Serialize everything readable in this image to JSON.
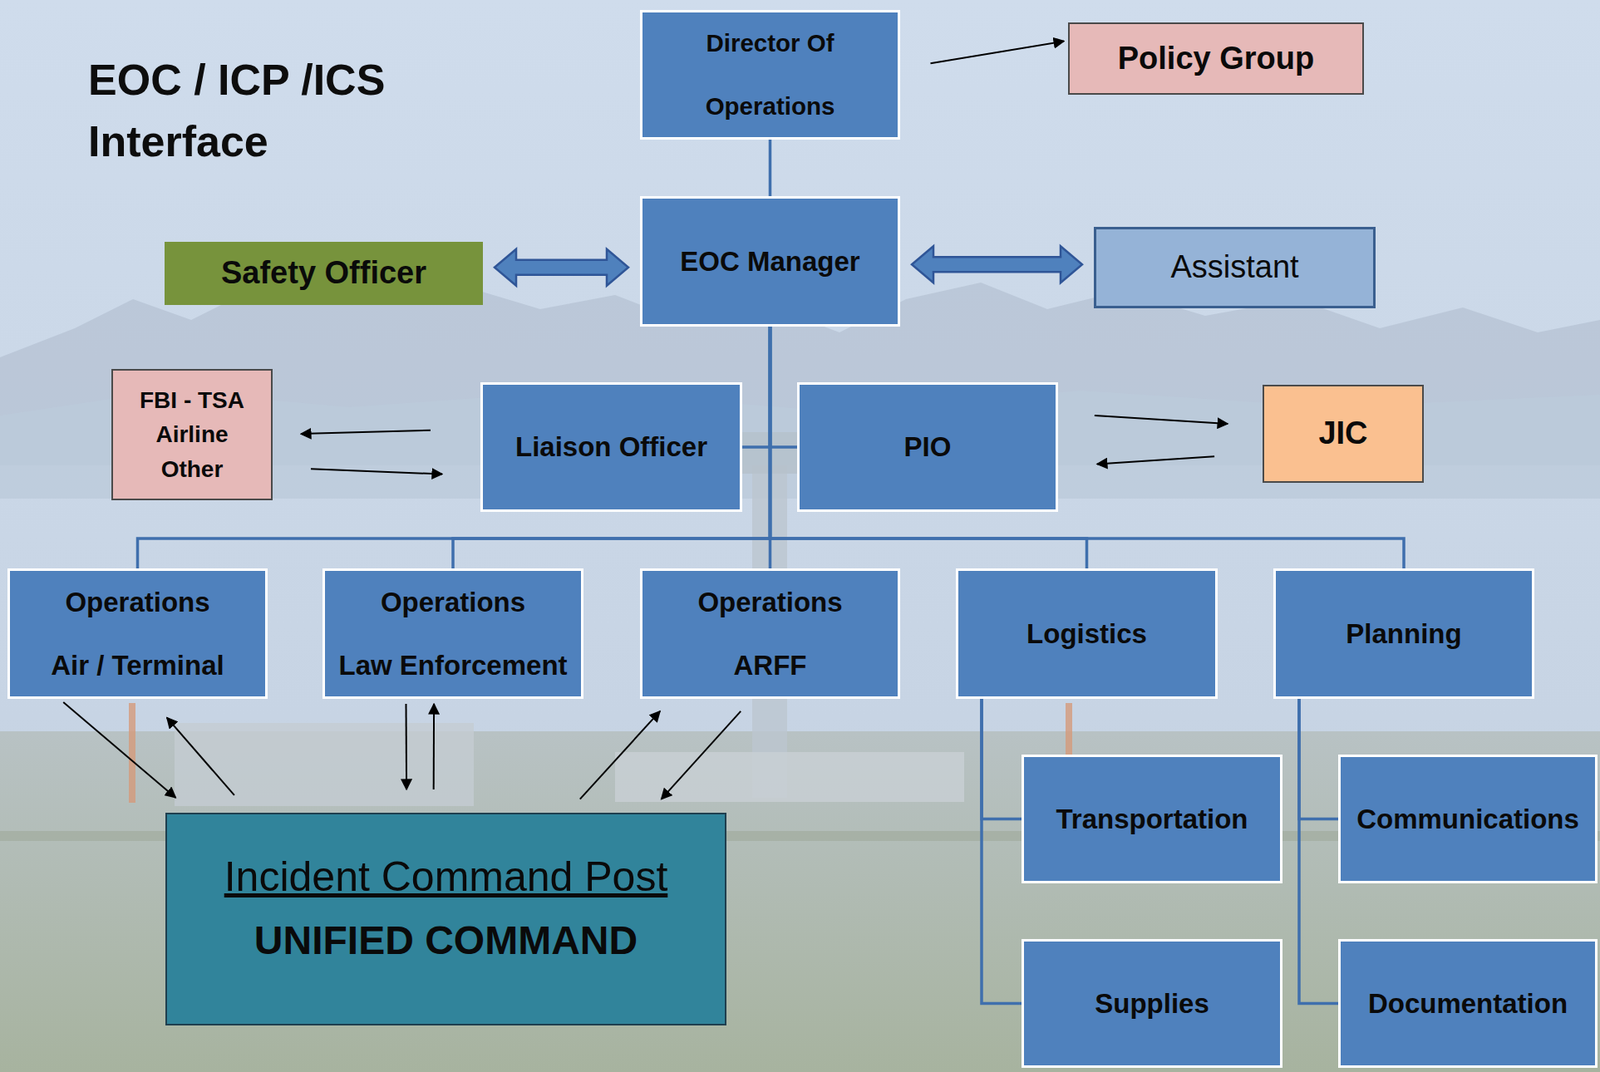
{
  "diagram": {
    "title": "EOC / ICP /ICS Interface",
    "nodes": [
      {
        "text": [
          "Director Of Operations"
        ]
      },
      {
        "text": [
          "Policy Group"
        ]
      },
      {
        "text": [
          "Safety Officer"
        ]
      },
      {
        "text": [
          "EOC Manager"
        ]
      },
      {
        "text": [
          "Assistant"
        ]
      },
      {
        "text": [
          "FBI - TSA",
          "Airline",
          "Other"
        ]
      },
      {
        "text": [
          "Liaison Officer"
        ]
      },
      {
        "text": [
          "PIO"
        ]
      },
      {
        "text": [
          "JIC"
        ]
      },
      {
        "text": [
          "Operations",
          "Air / Terminal"
        ]
      },
      {
        "text": [
          "Operations",
          "Law Enforcement"
        ]
      },
      {
        "text": [
          "Operations",
          "ARFF"
        ]
      },
      {
        "text": [
          "Logistics"
        ]
      },
      {
        "text": [
          "Planning"
        ]
      },
      {
        "text": [
          "Transportation"
        ]
      },
      {
        "text": [
          "Communications"
        ]
      },
      {
        "text": [
          "Incident Command Post",
          "UNIFIED COMMAND"
        ]
      },
      {
        "text": [
          "Supplies"
        ]
      },
      {
        "text": [
          "Documentation"
        ]
      }
    ],
    "edges": [
      {
        "from": 0,
        "to": 1,
        "arrow": "to"
      },
      {
        "from": 0,
        "to": 3,
        "arrow": "none"
      },
      {
        "from": 3,
        "to": 2,
        "arrow": "both"
      },
      {
        "from": 3,
        "to": 4,
        "arrow": "both"
      },
      {
        "from": 3,
        "to": 6,
        "arrow": "none"
      },
      {
        "from": 3,
        "to": 7,
        "arrow": "none"
      },
      {
        "from": 6,
        "to": 5,
        "arrow": "to"
      },
      {
        "from": 5,
        "to": 6,
        "arrow": "to"
      },
      {
        "from": 7,
        "to": 8,
        "arrow": "to"
      },
      {
        "from": 8,
        "to": 7,
        "arrow": "to"
      },
      {
        "from": 3,
        "to": 9,
        "arrow": "none"
      },
      {
        "from": 3,
        "to": 10,
        "arrow": "none"
      },
      {
        "from": 3,
        "to": 11,
        "arrow": "none"
      },
      {
        "from": 3,
        "to": 12,
        "arrow": "none"
      },
      {
        "from": 3,
        "to": 13,
        "arrow": "none"
      },
      {
        "from": 9,
        "to": 16,
        "arrow": "to"
      },
      {
        "from": 16,
        "to": 9,
        "arrow": "to"
      },
      {
        "from": 10,
        "to": 16,
        "arrow": "to"
      },
      {
        "from": 16,
        "to": 10,
        "arrow": "to"
      },
      {
        "from": 16,
        "to": 11,
        "arrow": "to"
      },
      {
        "from": 11,
        "to": 16,
        "arrow": "to"
      },
      {
        "from": 12,
        "to": 14,
        "arrow": "none"
      },
      {
        "from": 12,
        "to": 17,
        "arrow": "none"
      },
      {
        "from": 13,
        "to": 15,
        "arrow": "none"
      },
      {
        "from": 13,
        "to": 18,
        "arrow": "none"
      }
    ]
  }
}
